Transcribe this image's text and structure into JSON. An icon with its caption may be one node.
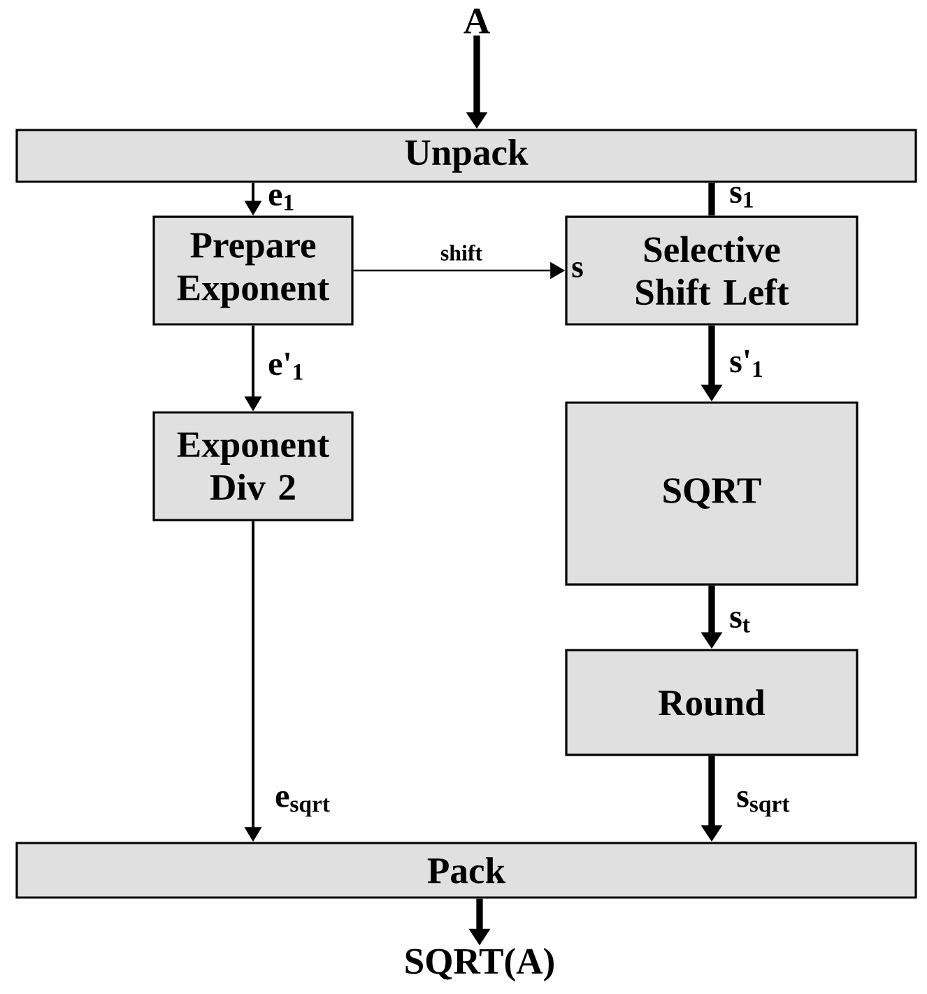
{
  "diagram": {
    "nodes": [
      {
        "text": [
          "A"
        ]
      },
      {
        "text": [
          "Unpack"
        ]
      },
      {
        "text": [
          "Prepare Exponent"
        ]
      },
      {
        "text": [
          "s",
          "Selective Shift Left"
        ]
      },
      {
        "text": [
          "Exponent Div 2"
        ]
      },
      {
        "text": [
          "SQRT"
        ]
      },
      {
        "text": [
          "Round"
        ]
      },
      {
        "text": [
          "Pack"
        ]
      },
      {
        "text": [
          "SQRT(A)"
        ]
      }
    ],
    "edges": [
      {
        "from": 0,
        "to": 1,
        "arrow": "to"
      },
      {
        "from": 1,
        "to": 2,
        "arrow": "to",
        "label": "e$_{1}$"
      },
      {
        "from": 1,
        "to": 3,
        "arrow": "none",
        "label": "s$_{1}$"
      },
      {
        "from": 2,
        "to": 3,
        "arrow": "to",
        "label": "shift"
      },
      {
        "from": 2,
        "to": 4,
        "arrow": "to",
        "label": "e'$_{1}$"
      },
      {
        "from": 3,
        "to": 5,
        "arrow": "to",
        "label": "s'$_{1}$"
      },
      {
        "from": 4,
        "to": 7,
        "arrow": "to",
        "label": "e$_{sqrt}$"
      },
      {
        "from": 5,
        "to": 6,
        "arrow": "to",
        "label": "s$_{t}$"
      },
      {
        "from": 6,
        "to": 7,
        "arrow": "to",
        "label": "s$_{sqrt}$"
      },
      {
        "from": 7,
        "to": 8,
        "arrow": "to"
      }
    ]
  }
}
